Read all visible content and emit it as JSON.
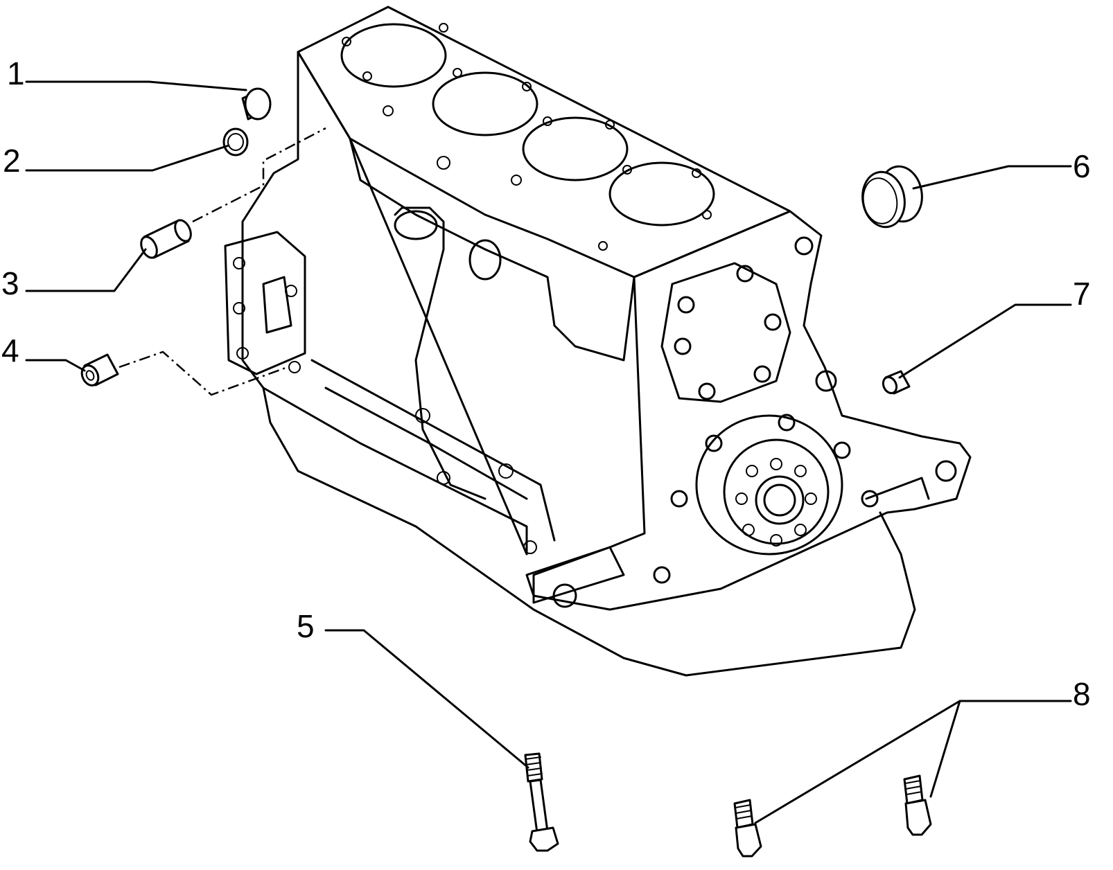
{
  "diagram": {
    "callouts": [
      {
        "label": "1",
        "part": "plug-cap-small"
      },
      {
        "label": "2",
        "part": "plug-cap-ring"
      },
      {
        "label": "3",
        "part": "dowel-sleeve"
      },
      {
        "label": "4",
        "part": "bushing"
      },
      {
        "label": "5",
        "part": "long-stud-bolt"
      },
      {
        "label": "6",
        "part": "expansion-plug-large"
      },
      {
        "label": "7",
        "part": "dowel-pin"
      },
      {
        "label": "8",
        "part": "stud-bolt-pair"
      }
    ]
  }
}
